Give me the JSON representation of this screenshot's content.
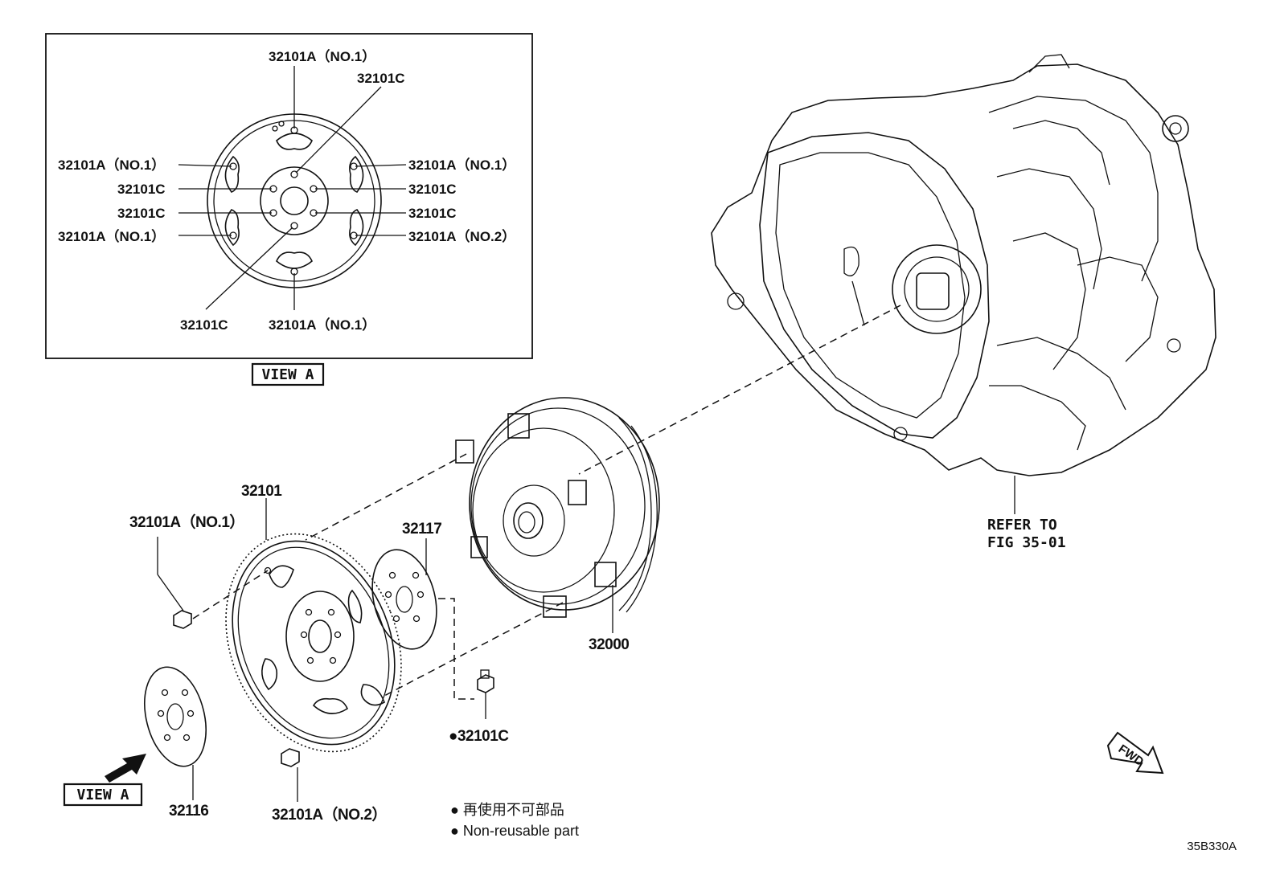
{
  "view_a_box": {
    "labels": {
      "top": "32101A（NO.1）",
      "top_c": "32101C",
      "left_a1": "32101A（NO.1）",
      "left_c1": "32101C",
      "left_c2": "32101C",
      "left_a2": "32101A（NO.1）",
      "right_a1": "32101A（NO.1）",
      "right_c1": "32101C",
      "right_c2": "32101C",
      "right_a2": "32101A（NO.2）",
      "bottom_c": "32101C",
      "bottom_a": "32101A（NO.1）"
    },
    "caption": "VIEW A"
  },
  "parts": {
    "p32101": "32101",
    "p32101a_no1": "32101A（NO.1）",
    "p32117": "32117",
    "p32000": "32000",
    "p32101c": "●32101C",
    "p32116": "32116",
    "p32101a_no2": "32101A（NO.2）",
    "view_a_arrow": "VIEW A",
    "refer_line1": "REFER TO",
    "refer_line2": "FIG 35-01",
    "fwd": "FWD"
  },
  "legend": {
    "jp": "●  再使用不可部品",
    "en": "●  Non-reusable part"
  },
  "diagram_code": "35B330A"
}
